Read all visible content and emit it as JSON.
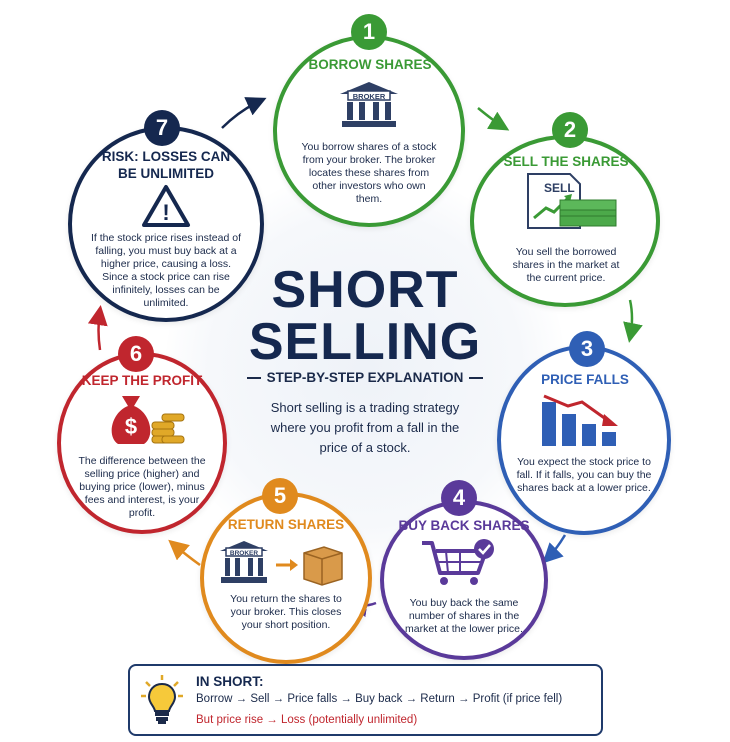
{
  "title_line1": "SHORT",
  "title_line2": "SELLING",
  "subtitle": "STEP-BY-STEP EXPLANATION",
  "intro": "Short selling is a trading strategy where you profit from a fall in the price of a stock.",
  "colors": {
    "green": "#3a9a35",
    "blue": "#2f5fb5",
    "purple": "#5a3a9a",
    "orange": "#e08a1e",
    "red": "#c0262e",
    "navy": "#15284f"
  },
  "steps": [
    {
      "num": "1",
      "title": "BORROW SHARES",
      "desc": "You borrow shares of a stock from your broker. The broker locates these shares from other investors who own them.",
      "icon": "bank-icon",
      "icon_label": "BROKER"
    },
    {
      "num": "2",
      "title": "SELL THE SHARES",
      "desc": "You sell the borrowed shares in the market at the current price.",
      "icon": "sell-document-icon",
      "icon_label": "SELL"
    },
    {
      "num": "3",
      "title": "PRICE FALLS",
      "desc": "You expect the stock price to fall. If it falls, you can buy the shares back at a lower price.",
      "icon": "falling-chart-icon"
    },
    {
      "num": "4",
      "title": "BUY BACK SHARES",
      "desc": "You buy back the same number of shares in the market at the lower price.",
      "icon": "shopping-cart-icon"
    },
    {
      "num": "5",
      "title": "RETURN SHARES",
      "desc": "You return the shares to your broker. This closes your short position.",
      "icon": "bank-box-icon",
      "icon_label": "BROKER"
    },
    {
      "num": "6",
      "title": "KEEP THE PROFIT",
      "desc": "The difference between the selling price (higher) and buying price (lower), minus fees and interest, is your profit.",
      "icon": "money-bag-icon",
      "icon_label": "$"
    },
    {
      "num": "7",
      "title": "RISK: LOSSES CAN BE UNLIMITED",
      "desc": "If the stock price rises instead of falling, you must buy back at a higher price, causing a loss. Since a stock price can rise infinitely, losses can be unlimited.",
      "icon": "warning-icon",
      "icon_label": "!"
    }
  ],
  "summary": {
    "heading": "IN SHORT:",
    "flow": "Borrow → Sell → Price falls → Buy back → Return → Profit (if price fell)",
    "warning": "But price rise → Loss (potentially unlimited)"
  }
}
